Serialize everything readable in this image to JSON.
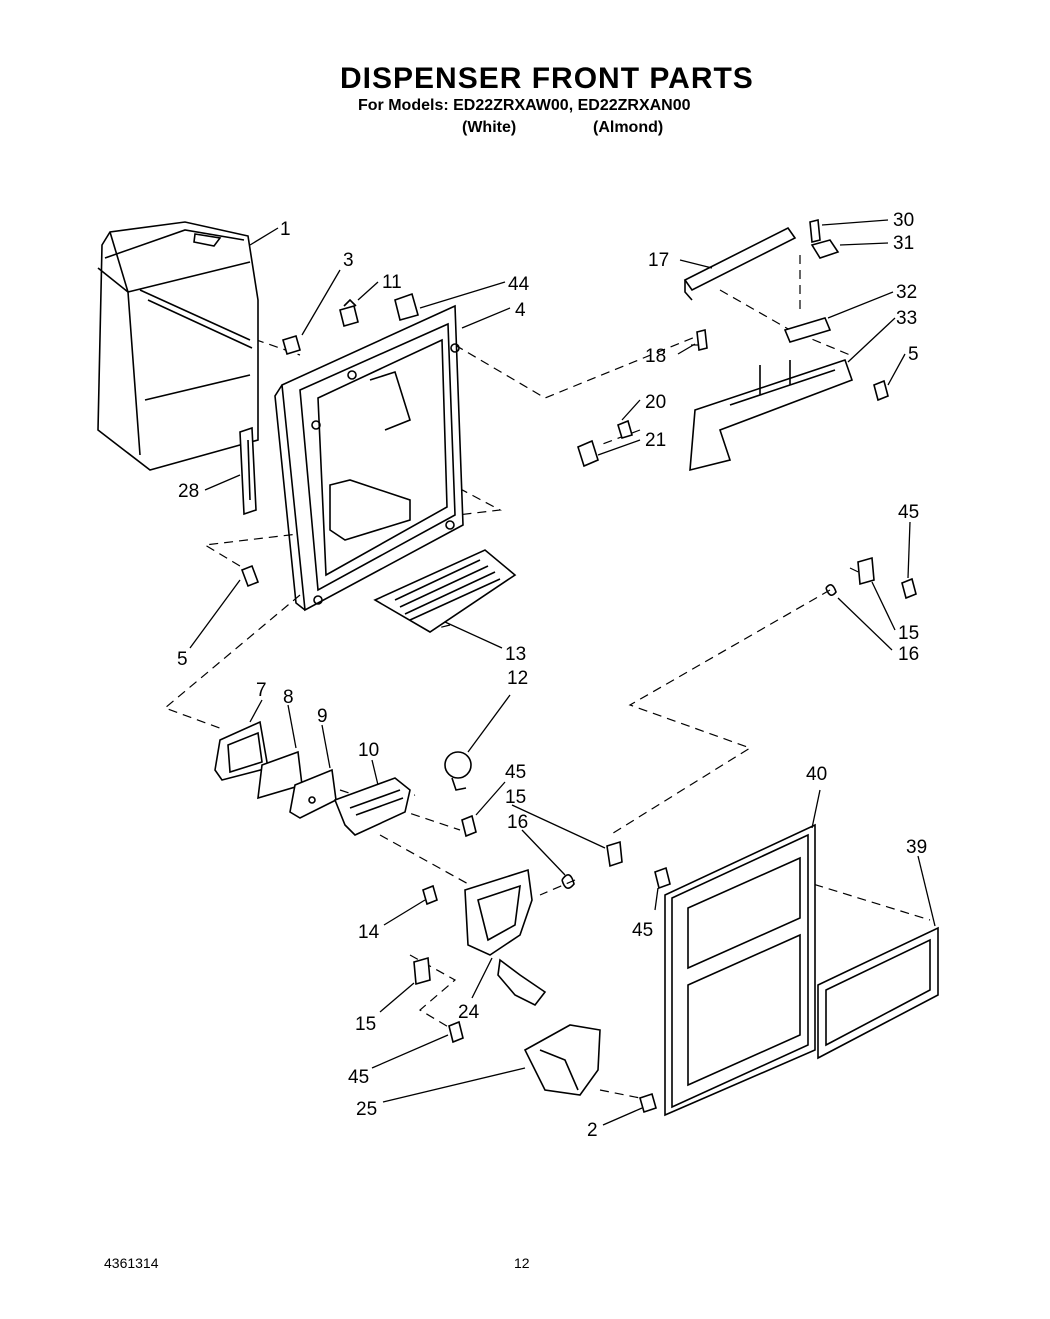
{
  "page": {
    "title": "DISPENSER FRONT PARTS",
    "models_line": "For Models: ED22ZRXAW00, ED22ZRXAN00",
    "variant_white": "(White)",
    "variant_almond": "(Almond)",
    "doc_number": "4361314",
    "page_number": "12"
  },
  "callouts": {
    "c1": "1",
    "c3": "3",
    "c11": "11",
    "c44": "44",
    "c4": "4",
    "c30": "30",
    "c31": "31",
    "c17": "17",
    "c32": "32",
    "c33": "33",
    "c18": "18",
    "c5a": "5",
    "c20": "20",
    "c21": "21",
    "c28": "28",
    "c5b": "5",
    "c13": "13",
    "c45a": "45",
    "c15a": "15",
    "c16a": "16",
    "c7": "7",
    "c8": "8",
    "c9": "9",
    "c12": "12",
    "c10": "10",
    "c45b": "45",
    "c15b": "15",
    "c16b": "16",
    "c40": "40",
    "c39": "39",
    "c14": "14",
    "c45c": "45",
    "c24": "24",
    "c15c": "15",
    "c45d": "45",
    "c25": "25",
    "c2": "2"
  }
}
